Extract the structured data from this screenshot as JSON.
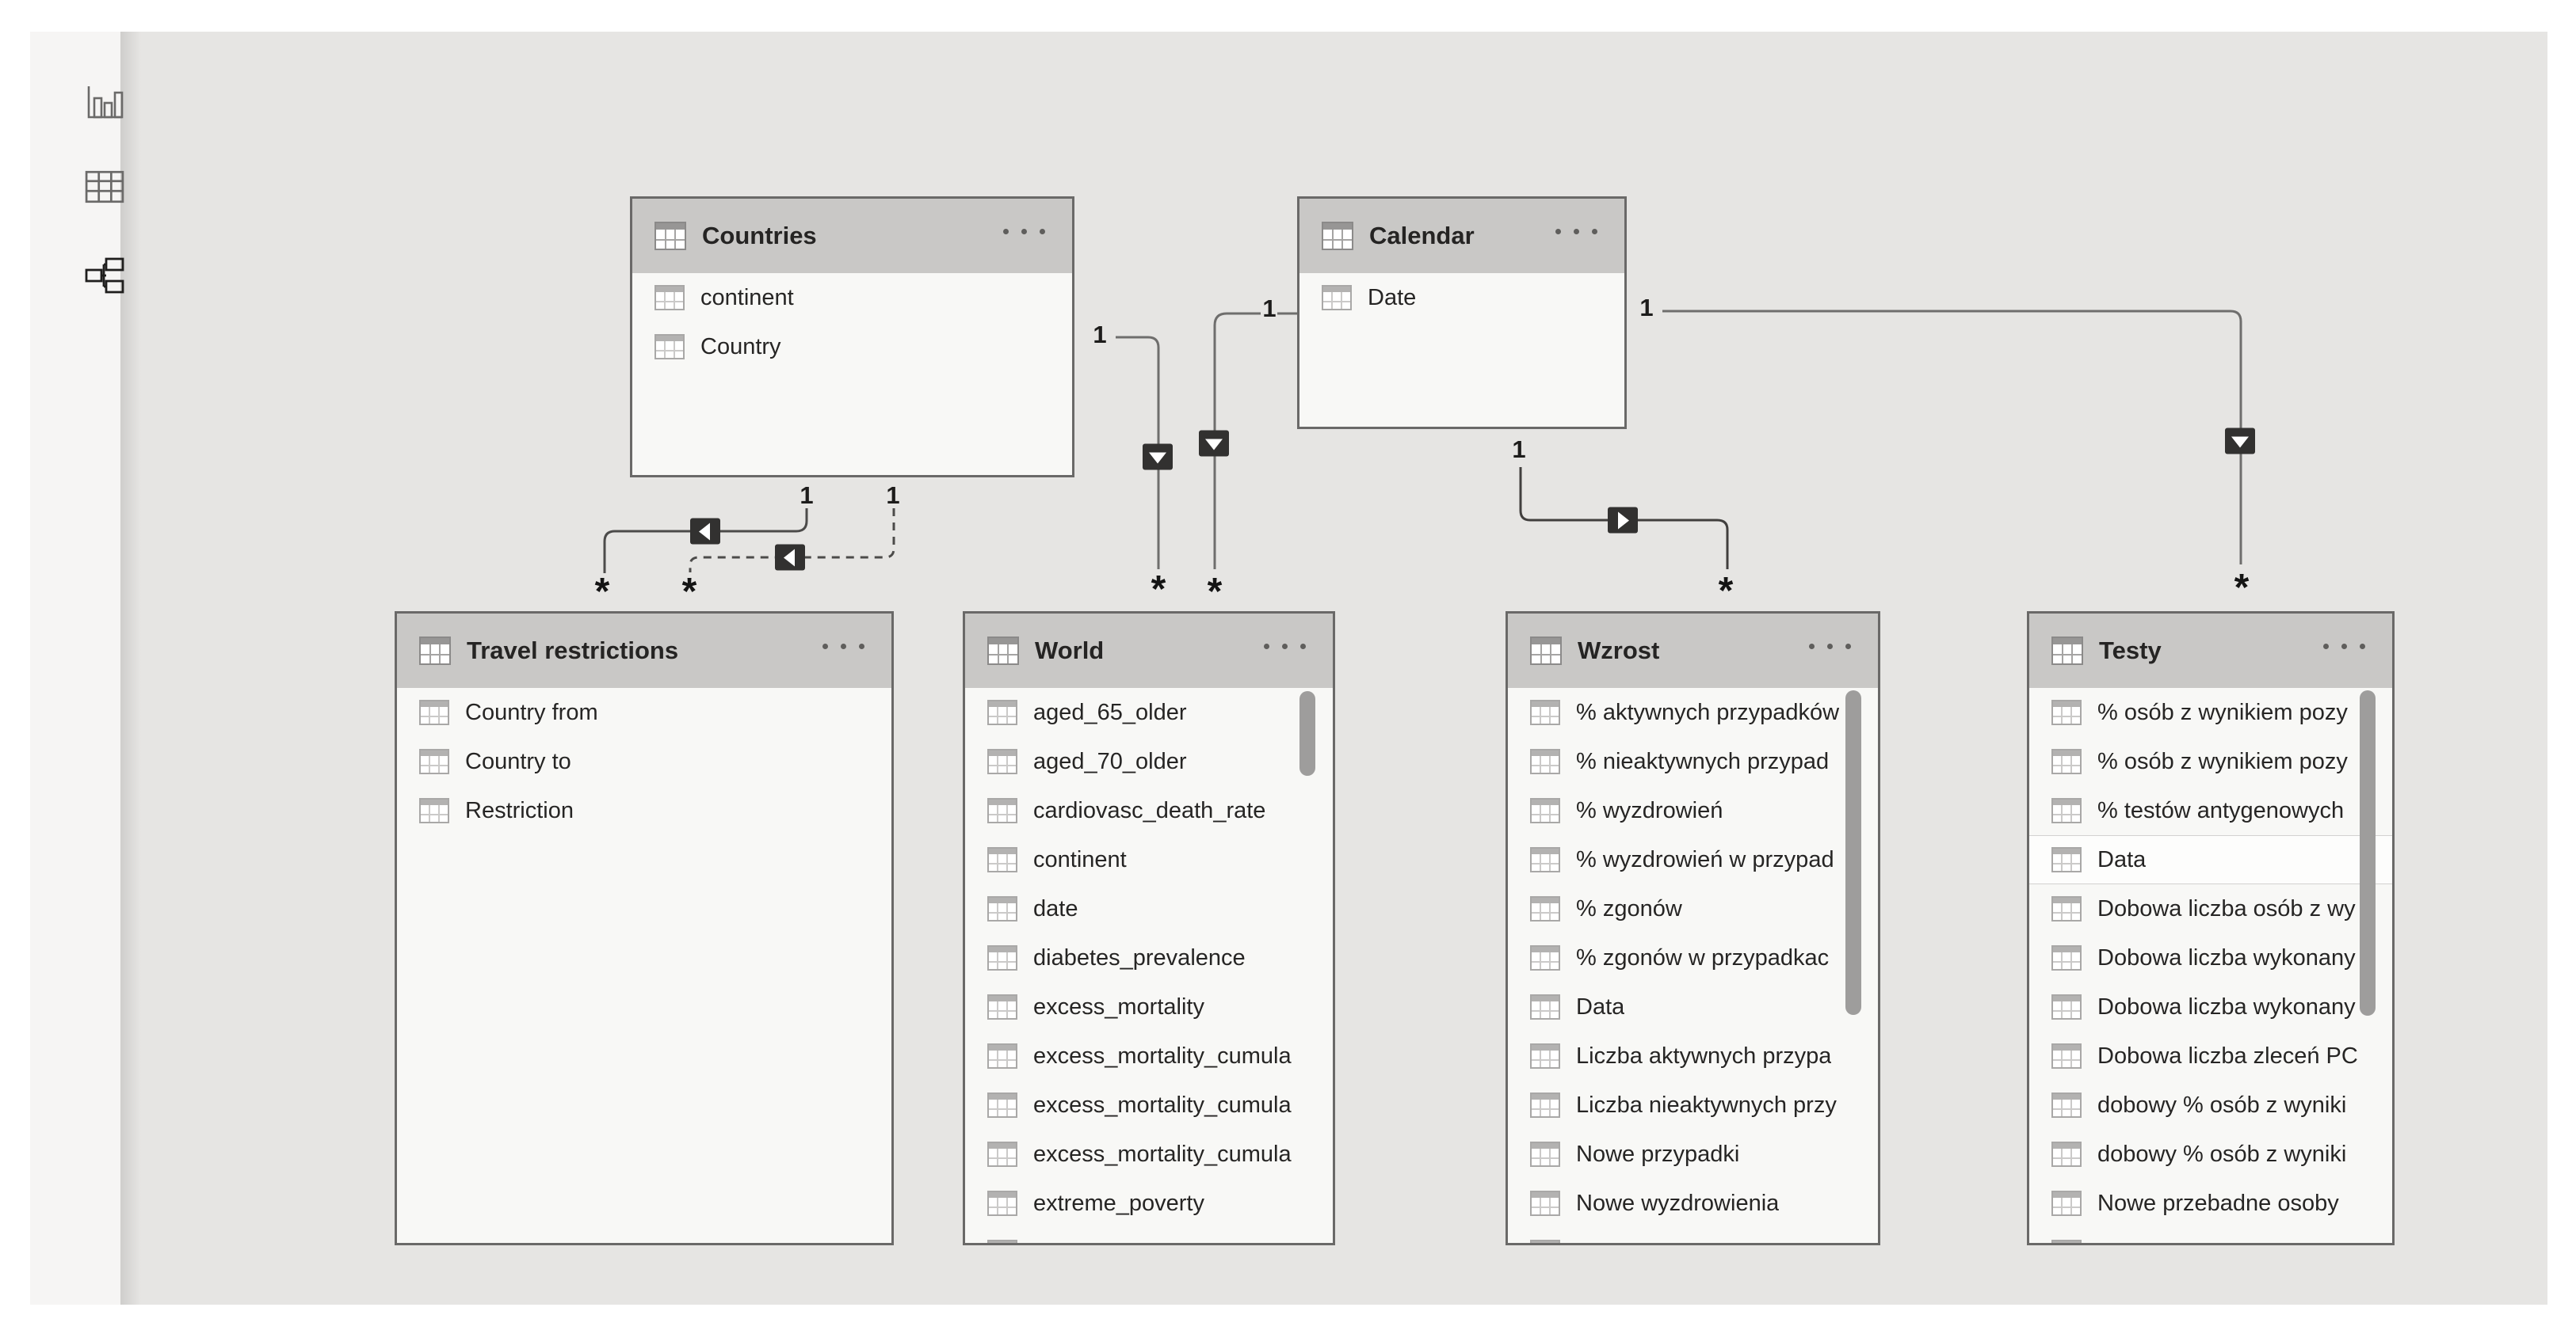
{
  "app": {
    "view": "model"
  },
  "colors": {
    "canvas": "#e6e5e3",
    "sidebar": "#f6f5f4",
    "table_header": "#c9c8c6",
    "table_body": "#f8f8f6",
    "table_border": "#6a6968",
    "text": "#252423",
    "relationship_line": "#4c4b4a",
    "arrow_box": "#323130",
    "scrollbar": "#9e9d9c"
  },
  "sidebar": {
    "icons": [
      {
        "name": "report-view",
        "active": false
      },
      {
        "name": "data-view",
        "active": false
      },
      {
        "name": "model-view",
        "active": true
      }
    ]
  },
  "tables": {
    "countries": {
      "title": "Countries",
      "fields": [
        "continent",
        "Country"
      ]
    },
    "calendar": {
      "title": "Calendar",
      "fields": [
        "Date"
      ]
    },
    "travel": {
      "title": "Travel restrictions",
      "fields": [
        "Country from",
        "Country to",
        "Restriction"
      ]
    },
    "world": {
      "title": "World",
      "fields": [
        "aged_65_older",
        "aged_70_older",
        "cardiovasc_death_rate",
        "continent",
        "date",
        "diabetes_prevalence",
        "excess_mortality",
        "excess_mortality_cumula",
        "excess_mortality_cumula",
        "excess_mortality_cumula",
        "extreme_poverty"
      ],
      "scrollbar": true
    },
    "wzrost": {
      "title": "Wzrost",
      "fields": [
        "% aktywnych przypadków",
        "% nieaktywnych przypad",
        "% wyzdrowień",
        "% wyzdrowień w przypad",
        "% zgonów",
        "% zgonów w przypadkac",
        "Data",
        "Liczba aktywnych przypa",
        "Liczba nieaktywnych przy",
        "Nowe przypadki",
        "Nowe wyzdrowienia"
      ],
      "scrollbar": true
    },
    "testy": {
      "title": "Testy",
      "fields": [
        "% osób z wynikiem pozy",
        "% osób z wynikiem pozy",
        "% testów antygenowych",
        "Data",
        "Dobowa liczba osób z wy",
        "Dobowa liczba wykonany",
        "Dobowa liczba wykonany",
        "Dobowa liczba zleceń PC",
        "dobowy % osób z wyniki",
        "dobowy % osób z wyniki",
        "Nowe przebadne osoby"
      ],
      "selected_field": "Data",
      "scrollbar": true
    }
  },
  "relationships": [
    {
      "from": "Countries",
      "to": "Travel restrictions",
      "one_label": "1",
      "many_label": "*",
      "style": "solid",
      "arrow": "left"
    },
    {
      "from": "Countries",
      "to": "Travel restrictions",
      "one_label": "1",
      "many_label": "*",
      "style": "dashed",
      "arrow": "left"
    },
    {
      "from": "Countries",
      "to": "World",
      "one_label": "1",
      "many_label": "*",
      "style": "solid",
      "arrow": "down"
    },
    {
      "from": "Calendar",
      "to": "World",
      "one_label": "1",
      "many_label": "*",
      "style": "solid",
      "arrow": "down"
    },
    {
      "from": "Calendar",
      "to": "Wzrost",
      "one_label": "1",
      "many_label": "*",
      "style": "solid",
      "arrow": "right"
    },
    {
      "from": "Calendar",
      "to": "Testy",
      "one_label": "1",
      "many_label": "*",
      "style": "solid",
      "arrow": "down"
    }
  ]
}
